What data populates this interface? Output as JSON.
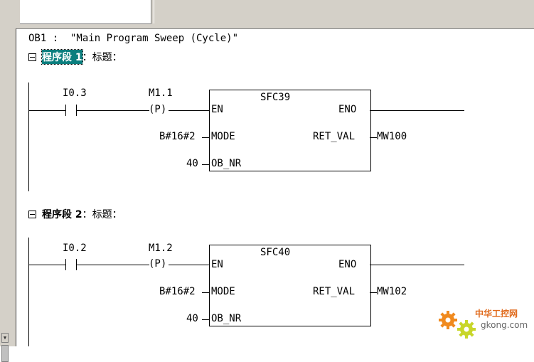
{
  "editor": {
    "ob_title": "OB1 :  \"Main Program Sweep (Cycle)\"",
    "colors": {
      "selection": "#0a7e7e",
      "watermark": "#e06a1c"
    }
  },
  "networks": [
    {
      "label": "程序段 1",
      "suffix": "：标题：",
      "selected": true,
      "contact_address": "I0.3",
      "edge_address": "M1.1",
      "edge_symbol": "(P)",
      "block_name": "SFC39",
      "pins": {
        "en": "EN",
        "eno": "ENO",
        "mode": "MODE",
        "ret_val": "RET_VAL",
        "ob_nr": "OB_NR"
      },
      "mode_value": "B#16#2",
      "ob_nr_value": "40",
      "ret_val_out": "MW100"
    },
    {
      "label": "程序段 2",
      "suffix": "：标题：",
      "selected": false,
      "contact_address": "I0.2",
      "edge_address": "M1.2",
      "edge_symbol": "(P)",
      "block_name": "SFC40",
      "pins": {
        "en": "EN",
        "eno": "ENO",
        "mode": "MODE",
        "ret_val": "RET_VAL",
        "ob_nr": "OB_NR"
      },
      "mode_value": "B#16#2",
      "ob_nr_value": "40",
      "ret_val_out": "MW102"
    }
  ],
  "watermark": {
    "cn": "中华工控网",
    "url": "gkong.com",
    "icon": "gear-icon"
  }
}
